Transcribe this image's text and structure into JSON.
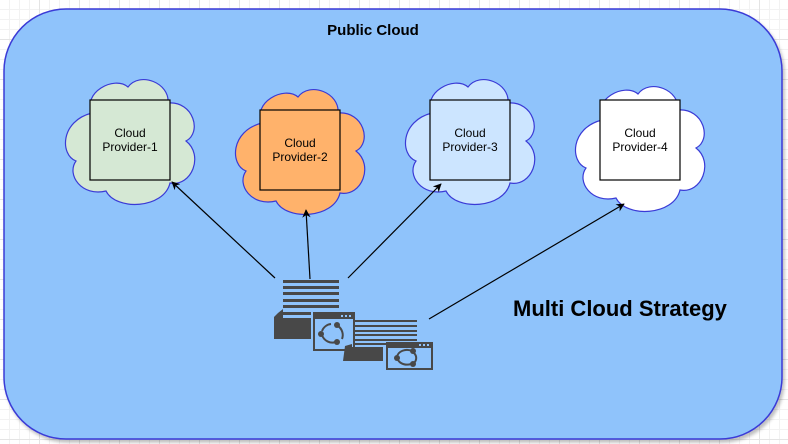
{
  "diagram": {
    "container": {
      "title": "Public Cloud",
      "fill": "#8fc3fb",
      "stroke": "#3a3ad6"
    },
    "caption": "Multi Cloud Strategy",
    "providers": [
      {
        "line1": "Cloud",
        "line2": "Provider-1",
        "fill": "#d5e8d4"
      },
      {
        "line1": "Cloud",
        "line2": "Provider-2",
        "fill": "#ffb26b"
      },
      {
        "line1": "Cloud",
        "line2": "Provider-3",
        "fill": "#cce5ff"
      },
      {
        "line1": "Cloud",
        "line2": "Provider-4",
        "fill": "#ffffff"
      }
    ],
    "hub": {
      "icon": "multi-server-application-icon",
      "color": "#484848"
    },
    "edges": [
      {
        "from": "hub",
        "to": "Provider-1"
      },
      {
        "from": "hub",
        "to": "Provider-2"
      },
      {
        "from": "hub",
        "to": "Provider-3"
      },
      {
        "from": "hub",
        "to": "Provider-4"
      }
    ]
  }
}
